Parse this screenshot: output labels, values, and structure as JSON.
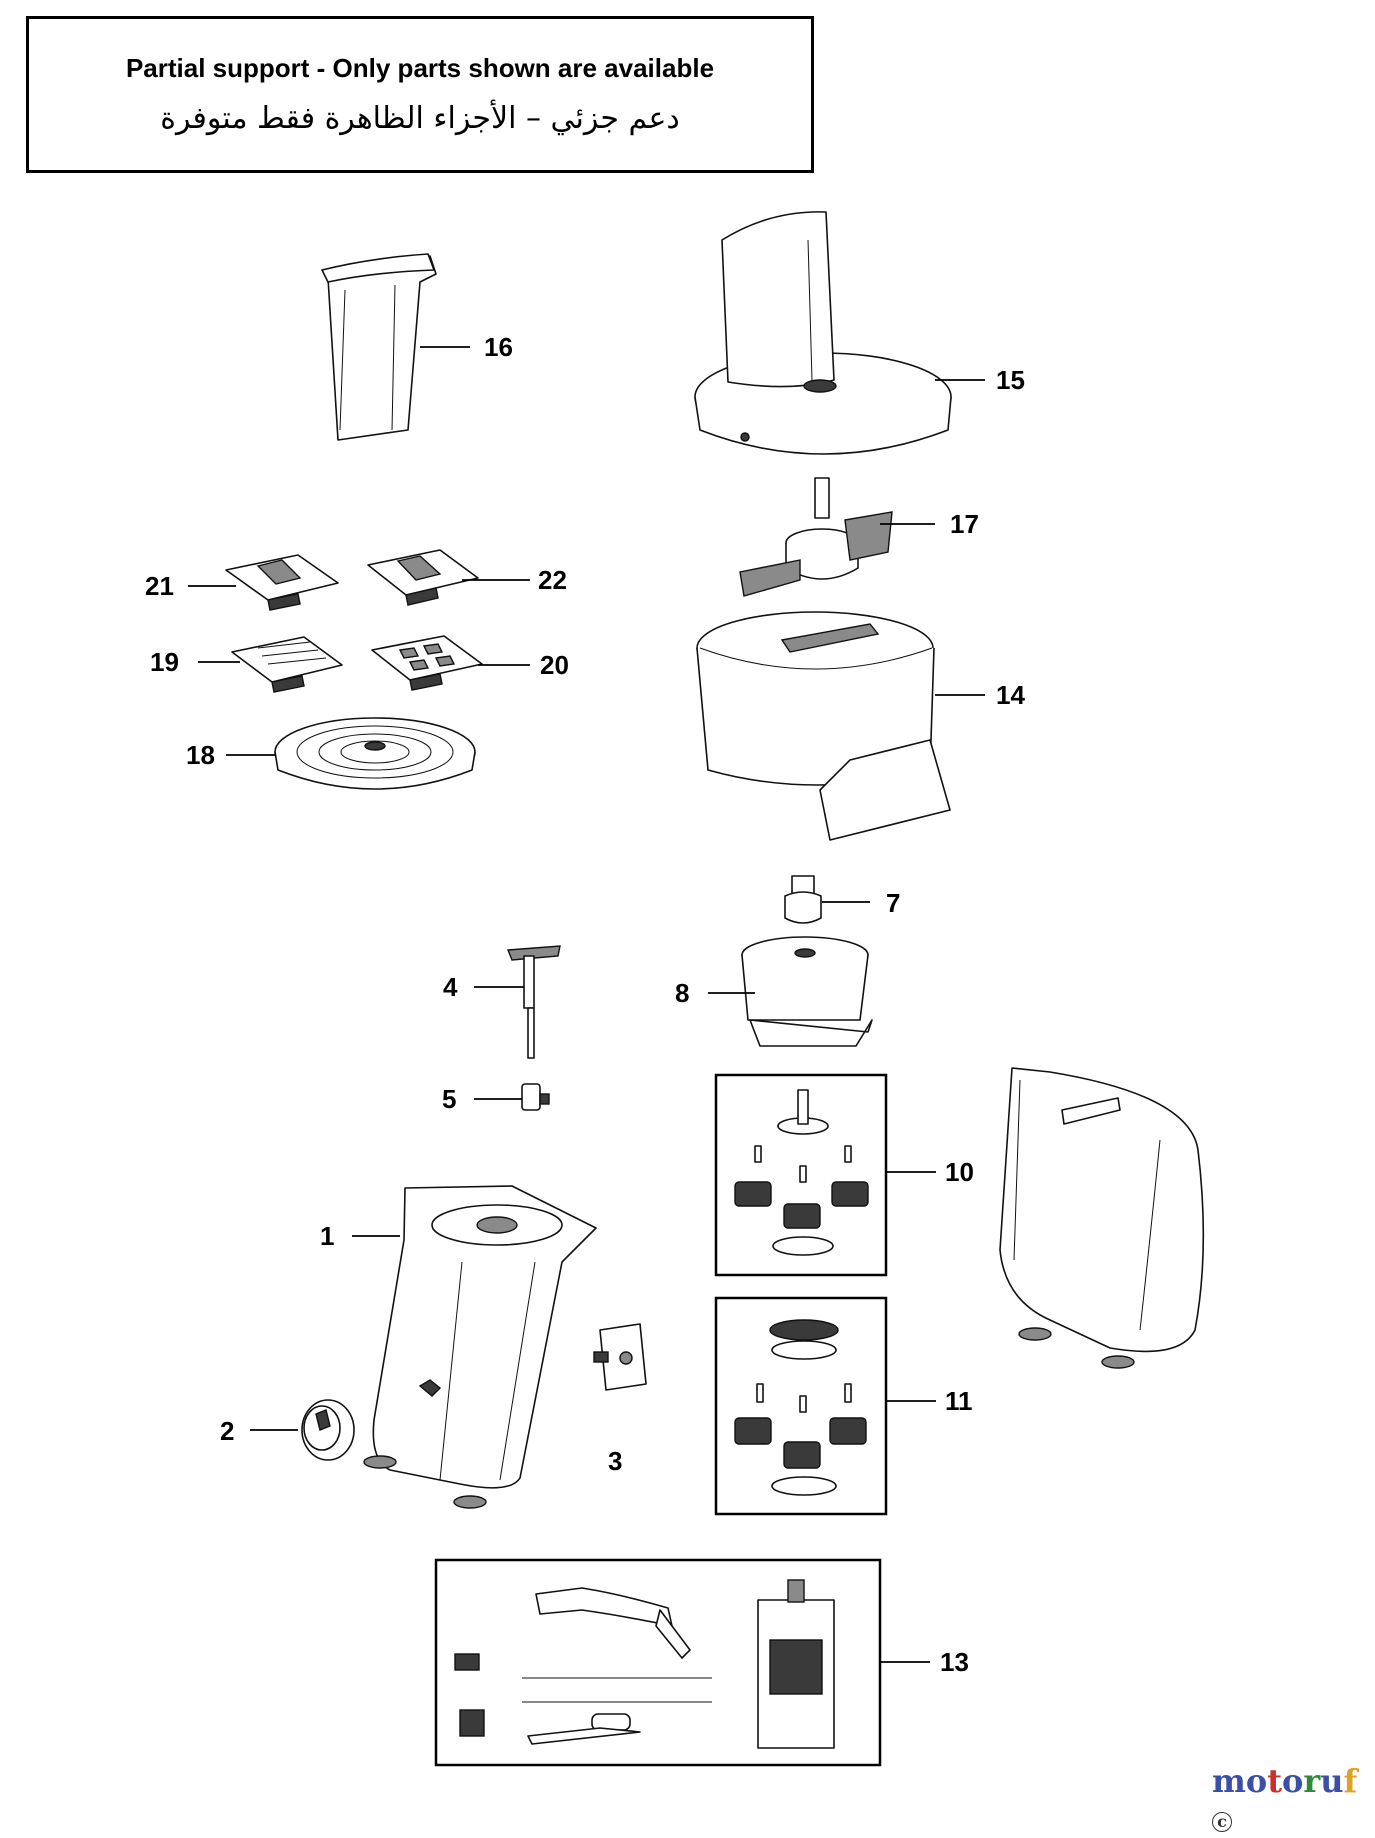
{
  "notice": {
    "english": "Partial support - Only parts shown are available",
    "arabic": "دعم جزئي – الأجزاء الظاهرة فقط متوفرة"
  },
  "callouts": [
    "1",
    "2",
    "3",
    "4",
    "5",
    "7",
    "8",
    "10",
    "11",
    "13",
    "14",
    "15",
    "16",
    "17",
    "18",
    "19",
    "20",
    "21",
    "22"
  ],
  "watermark": {
    "letters": [
      "m",
      "o",
      "t",
      "o",
      "r",
      "u",
      "f"
    ],
    "colors": [
      "#3b4fa8",
      "#3b4fa8",
      "#c8322b",
      "#3b4fa8",
      "#2f8a3a",
      "#3b4fa8",
      "#e0a020"
    ],
    "badge": "c"
  }
}
